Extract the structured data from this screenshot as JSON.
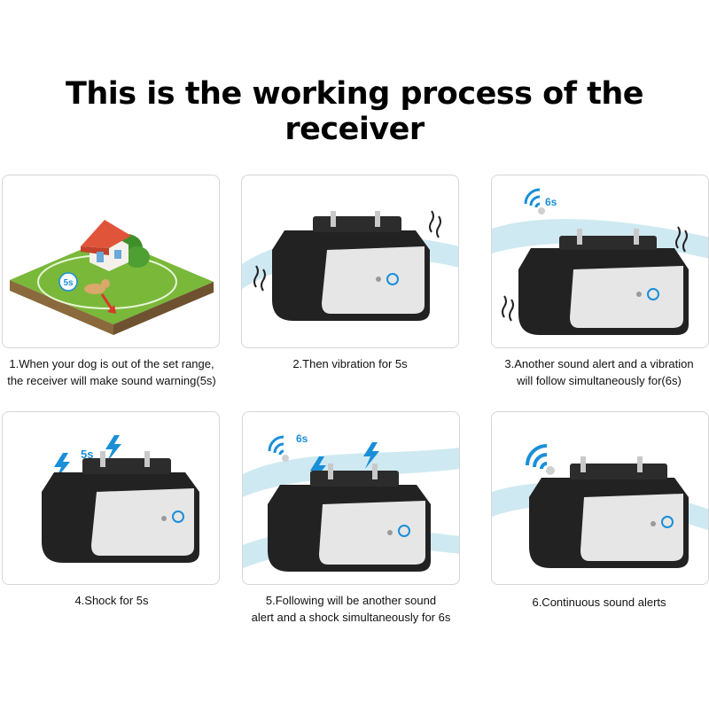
{
  "title": "This is the working process of the receiver",
  "steps": [
    {
      "line1": "1.When your dog is out of the set range,",
      "line2": "the receiver will make sound warning(5s)"
    },
    {
      "line1": "2.Then vibration for 5s",
      "line2": ""
    },
    {
      "line1": "3.Another sound alert and a vibration",
      "line2": "will follow simultaneously for(6s)"
    },
    {
      "line1": "4.Shock for 5s",
      "line2": ""
    },
    {
      "line1": "5.Following will be another sound",
      "line2": "alert and a shock simultaneously for 6s"
    },
    {
      "line1": "6.Continuous sound alerts",
      "line2": ""
    }
  ],
  "badges": {
    "five": "5s",
    "six": "6s"
  },
  "colors": {
    "accent_blue": "#1a8fd8",
    "swoosh": "#cfe9f2",
    "device_body": "#222222",
    "device_panel": "#e6e6e6"
  }
}
